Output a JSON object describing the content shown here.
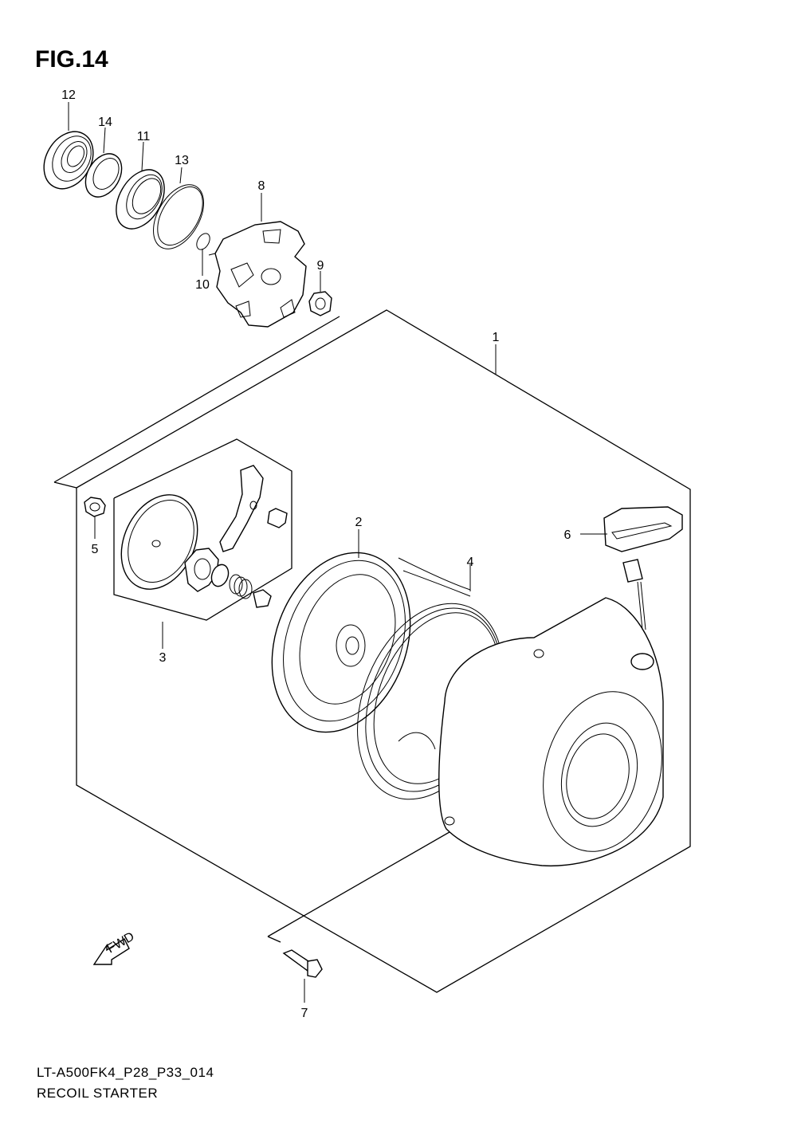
{
  "figure": {
    "title": "FIG.14"
  },
  "footer": {
    "model_code": "LT-A500FK4_P28_P33_014",
    "section_name": "RECOIL STARTER"
  },
  "direction": {
    "fwd_label": "FWD"
  },
  "callouts": [
    {
      "num": "1"
    },
    {
      "num": "2"
    },
    {
      "num": "3"
    },
    {
      "num": "4"
    },
    {
      "num": "5"
    },
    {
      "num": "6"
    },
    {
      "num": "7"
    },
    {
      "num": "8"
    },
    {
      "num": "9"
    },
    {
      "num": "10"
    },
    {
      "num": "11"
    },
    {
      "num": "12"
    },
    {
      "num": "13"
    },
    {
      "num": "14"
    }
  ]
}
